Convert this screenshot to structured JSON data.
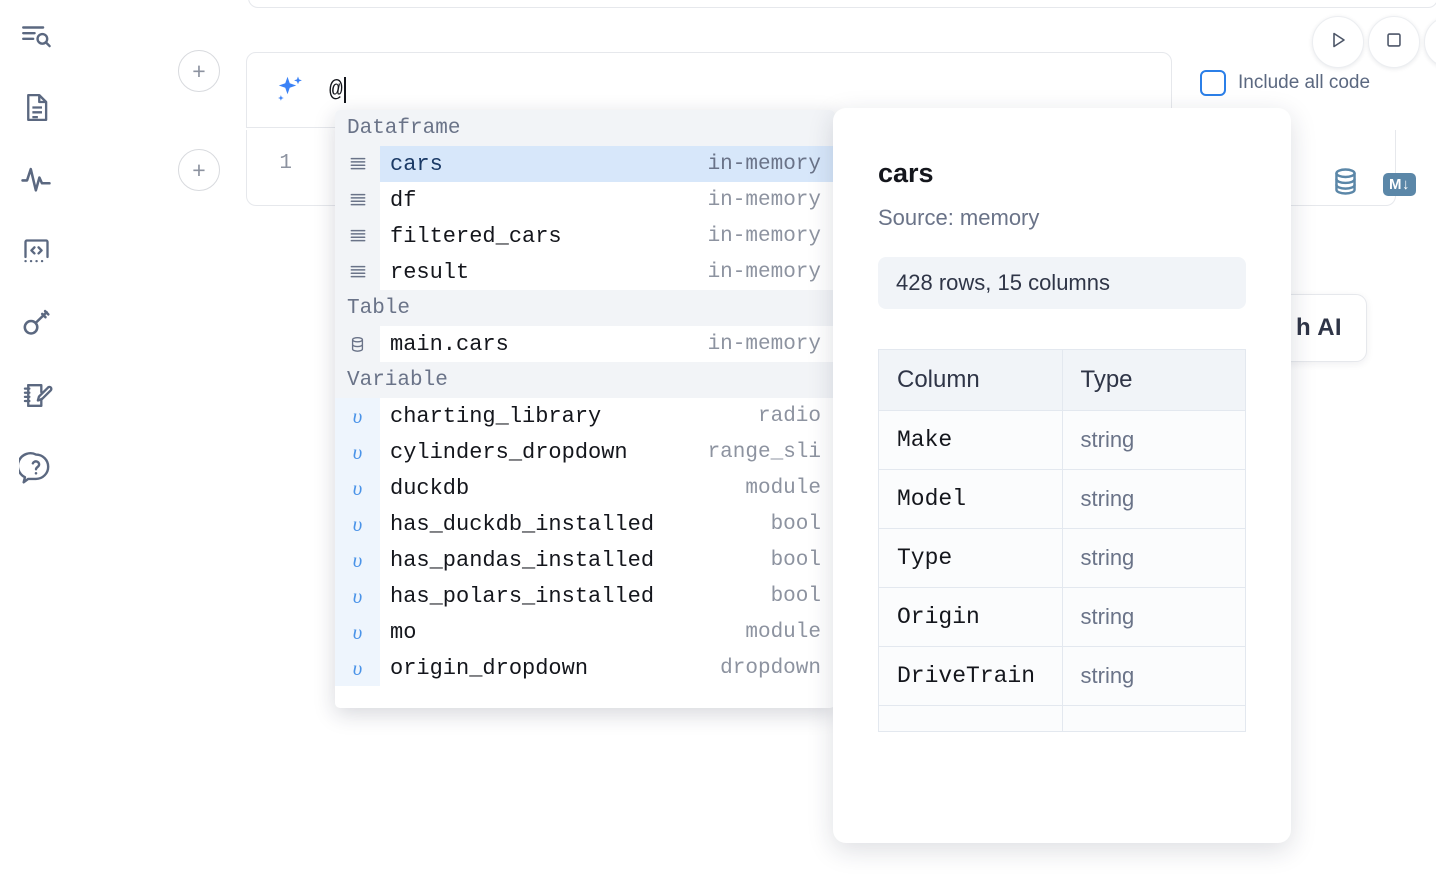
{
  "sidebar": {
    "items": [
      {
        "name": "explore-icon",
        "label": "Explore"
      },
      {
        "name": "document-icon",
        "label": "Notebook"
      },
      {
        "name": "activity-icon",
        "label": "Activity"
      },
      {
        "name": "code-snippet-icon",
        "label": "Snippets"
      },
      {
        "name": "key-icon",
        "label": "Secrets"
      },
      {
        "name": "scratchpad-icon",
        "label": "Scratchpad"
      },
      {
        "name": "help-icon",
        "label": "Help"
      }
    ]
  },
  "toolbar": {
    "run_label": "Run",
    "stop_label": "Stop",
    "include_all_code_label": "Include all code",
    "include_all_code_checked": false,
    "accent_color": "#2b7fe8"
  },
  "ai_prompt": {
    "value": "@",
    "icon": "sparkle-icon"
  },
  "code_cell": {
    "line_number": "1",
    "database_icon": "database-icon",
    "markdown_badge": "M↓"
  },
  "ai_chip": {
    "label": "h AI"
  },
  "completion": {
    "sections": [
      {
        "title": "Dataframe",
        "items": [
          {
            "icon": "dataframe-icon",
            "label": "cars",
            "type": "in-memory",
            "selected": true
          },
          {
            "icon": "dataframe-icon",
            "label": "df",
            "type": "in-memory",
            "selected": false
          },
          {
            "icon": "dataframe-icon",
            "label": "filtered_cars",
            "type": "in-memory",
            "selected": false
          },
          {
            "icon": "dataframe-icon",
            "label": "result",
            "type": "in-memory",
            "selected": false
          }
        ]
      },
      {
        "title": "Table",
        "items": [
          {
            "icon": "table-icon",
            "label": "main.cars",
            "type": "in-memory",
            "selected": false
          }
        ]
      },
      {
        "title": "Variable",
        "items": [
          {
            "icon": "variable-icon",
            "label": "charting_library",
            "type": "radio",
            "selected": false
          },
          {
            "icon": "variable-icon",
            "label": "cylinders_dropdown",
            "type": "range_sli",
            "selected": false
          },
          {
            "icon": "variable-icon",
            "label": "duckdb",
            "type": "module",
            "selected": false
          },
          {
            "icon": "variable-icon",
            "label": "has_duckdb_installed",
            "type": "bool",
            "selected": false
          },
          {
            "icon": "variable-icon",
            "label": "has_pandas_installed",
            "type": "bool",
            "selected": false
          },
          {
            "icon": "variable-icon",
            "label": "has_polars_installed",
            "type": "bool",
            "selected": false
          },
          {
            "icon": "variable-icon",
            "label": "mo",
            "type": "module",
            "selected": false
          },
          {
            "icon": "variable-icon",
            "label": "origin_dropdown",
            "type": "dropdown",
            "selected": false
          }
        ]
      }
    ],
    "selected_bg": "#d7e7fa"
  },
  "detail": {
    "title": "cars",
    "source": "Source: memory",
    "shape": "428 rows, 15 columns",
    "headers": {
      "column": "Column",
      "type": "Type"
    },
    "rows": [
      {
        "column": "Make",
        "type": "string"
      },
      {
        "column": "Model",
        "type": "string"
      },
      {
        "column": "Type",
        "type": "string"
      },
      {
        "column": "Origin",
        "type": "string"
      },
      {
        "column": "DriveTrain",
        "type": "string"
      }
    ]
  }
}
